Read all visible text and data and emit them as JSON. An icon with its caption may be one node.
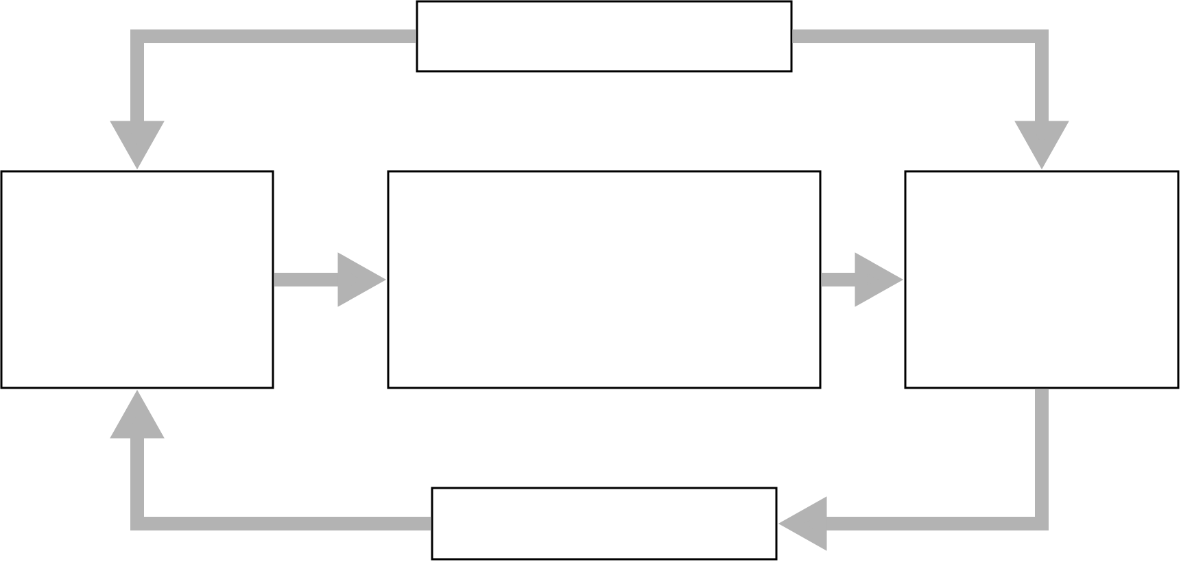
{
  "diagram": {
    "nodes": [
      {
        "text": [],
        "shape": "box"
      },
      {
        "text": [],
        "shape": "box"
      },
      {
        "text": [],
        "shape": "box"
      },
      {
        "text": [],
        "shape": "box"
      },
      {
        "text": [],
        "shape": "box"
      }
    ],
    "edges": [
      {
        "from": 0,
        "to": 1,
        "arrow": "to"
      },
      {
        "from": 0,
        "to": 3,
        "arrow": "to"
      },
      {
        "from": 1,
        "to": 2,
        "arrow": "to"
      },
      {
        "from": 2,
        "to": 3,
        "arrow": "to"
      },
      {
        "from": 3,
        "to": 4,
        "arrow": "to"
      },
      {
        "from": 4,
        "to": 1,
        "arrow": "to"
      }
    ]
  }
}
